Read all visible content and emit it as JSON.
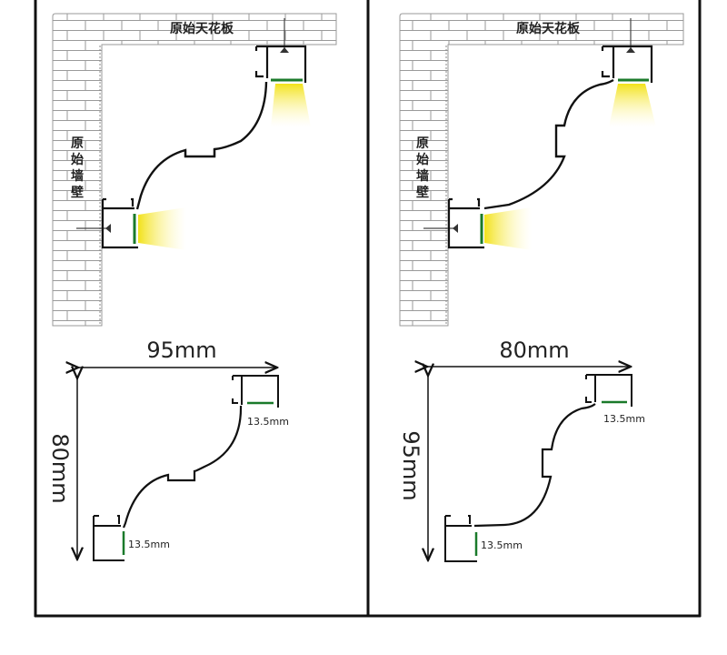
{
  "panels": [
    {
      "id": "left",
      "ceiling_label": "原始天花板",
      "wall_label": [
        "原",
        "始",
        "墙",
        "壁"
      ],
      "width_dim": "95mm",
      "height_dim": "80mm",
      "led_top_dim": "13.5mm",
      "led_bottom_dim": "13.5mm"
    },
    {
      "id": "right",
      "ceiling_label": "原始天花板",
      "wall_label": [
        "原",
        "始",
        "墙",
        "壁"
      ],
      "width_dim": "80mm",
      "height_dim": "95mm",
      "led_top_dim": "13.5mm",
      "led_bottom_dim": "13.5mm"
    }
  ],
  "colors": {
    "line": "#111111",
    "led_strip": "#1a7a2a",
    "light_beam": "#f5e62a",
    "brick_line": "#9a9a9a"
  }
}
